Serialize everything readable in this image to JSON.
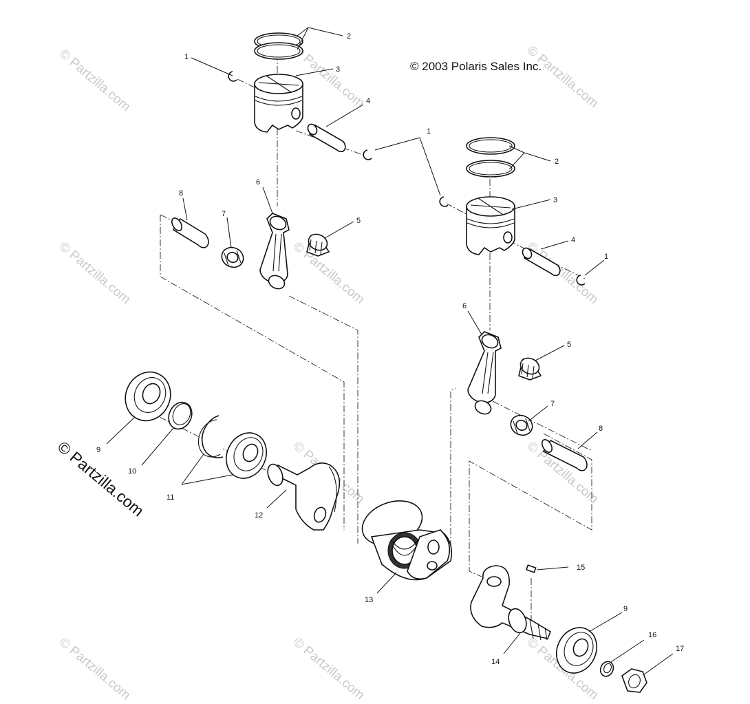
{
  "copyright": "© 2003 Polaris Sales Inc.",
  "brand_mark": "© Partzilla.com",
  "watermark": "© Partzilla.com",
  "callouts": {
    "c1a": "1",
    "c1b": "1",
    "c1c": "1",
    "c2a": "2",
    "c2b": "2",
    "c3a": "3",
    "c3b": "3",
    "c4a": "4",
    "c4b": "4",
    "c5a": "5",
    "c5b": "5",
    "c6a": "6",
    "c6b": "6",
    "c7a": "7",
    "c7b": "7",
    "c8a": "8",
    "c8b": "8",
    "c9a": "9",
    "c9b": "9",
    "c10": "10",
    "c11": "11",
    "c12": "12",
    "c13": "13",
    "c14": "14",
    "c15": "15",
    "c16": "16",
    "c17": "17"
  }
}
